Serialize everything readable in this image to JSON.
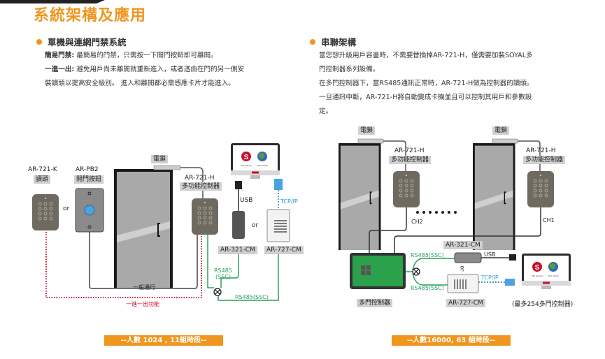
{
  "header": {
    "title": "系統架構及應用"
  },
  "left_section": {
    "heading": "單機與連網門禁系統",
    "lines": [
      {
        "label": "簡易門禁:",
        "text": " 最簡易的門禁，只需按一下開門按鈕即可離開。"
      },
      {
        "label": "一進一出:",
        "text": " 避免用戶尚未離開就重新進入，或者透由在門的另一側安"
      },
      {
        "label": "",
        "text": "裝讀頭以提高安全級別。 進入和離開都必需感應卡片才能進入。"
      }
    ],
    "diagram": {
      "reader_model": "AR-721-K",
      "reader_name": "讀頭",
      "button_model": "AR-PB2",
      "button_name": "開門按鈕",
      "or1": "or",
      "lock": "電鎖",
      "controller_model": "AR-721-H",
      "controller_name": "多功能控制器",
      "usb": "USB",
      "tcpip": "TCP/IP",
      "or2": "or",
      "converter1": "AR-321-CM",
      "converter2": "AR-727-CM",
      "rs485_a": "RS485",
      "rs485_a2": "(SSC)",
      "rs485_b": "RS485(SSC)",
      "normal_pass": "一般通行",
      "anti_passback": "一進一出功能",
      "server_label": "701 Server",
      "client_label": "701 Client",
      "brand": "SOYAL"
    },
    "banner": "--人數 1024 , 11組時段--"
  },
  "right_section": {
    "heading": "串聯架構",
    "lines": [
      "當您想升級用戶容量時，不需要替換掉AR-721-H，僅需要加裝SOYAL多",
      "門控制器系列設備。",
      "在多門控制器下，當RS485通訊正常時，AR-721-H做為控制器的讀頭。",
      "一旦通訊中斷，AR-721-H將自動變成卡機並且可以控制其用戶和參數設",
      "定。"
    ],
    "diagram": {
      "lock1": "電鎖",
      "lock2": "電鎖",
      "controller1_model": "AR-721-H",
      "controller1_name": "多功能控制器",
      "controller2_model": "AR-721-H",
      "controller2_name": "多功能控制器",
      "ch2": "CH2",
      "ch1": "CH1",
      "converter1": "AR-321-CM",
      "converter2": "AR-727-CM",
      "usb": "USB",
      "tcpip": "TCP/IP",
      "or": "or",
      "rs485_top": "RS485(SSC)",
      "rs485_bottom": "RS485(SSC)",
      "multi_controller": "多門控制器",
      "max_note": "(最多254多門控制器)",
      "server_label": "701 Server",
      "client_label": "701 Client",
      "brand": "SOYAL"
    },
    "banner": "--人數16000, 63 組時段--"
  },
  "colors": {
    "accent": "#f0961e",
    "green": "#2a9f5c",
    "blue": "#3399cc",
    "red": "#c8102e"
  }
}
